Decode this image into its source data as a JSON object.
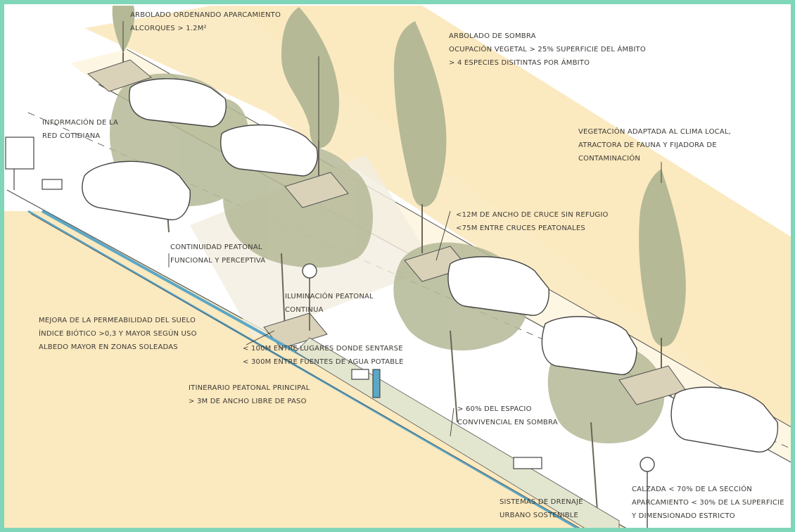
{
  "colors": {
    "border": "#7fd6b8",
    "pavement": "#fbe9bf",
    "road": "#ffffff",
    "vegetation": "#b5b996",
    "vegetation_dark": "#9fa57f",
    "drainage": "#5aa7c7",
    "ink": "#3d3a35"
  },
  "annotations": {
    "arbolado_aparcamiento": [
      "Arbolado ordenando aparcamiento",
      "Alcorques > 1.2m²"
    ],
    "arbolado_sombra": [
      "Arbolado de sombra",
      "Ocupación vegetal > 25% superficie del ámbito",
      "> 4 especies disitintas por ámbito"
    ],
    "informacion_red": [
      "Información de la",
      "Red cotidiana"
    ],
    "vegetacion_adaptada": [
      "Vegetación adaptada al clima local,",
      "atractora de fauna y fijadora de",
      "contaminación"
    ],
    "cruce": [
      "<12m de ancho de cruce sin refugio",
      "<75m entre cruces peatonales"
    ],
    "continuidad_peatonal": [
      "Continuidad peatonal",
      "funcional y perceptiva"
    ],
    "iluminacion": [
      "Iluminación peatonal",
      "continua"
    ],
    "permeabilidad": [
      "Mejora de la permeabilidad del suelo",
      "Índice Biótico >0,3 y mayor según uso",
      "albedo mayor en zonas soleadas"
    ],
    "sentarse": [
      "< 100m entre lugares donde sentarse",
      "< 300m entre fuentes de agua potable"
    ],
    "itinerario": [
      "Itinerario peatonal principal",
      "> 3m de ancho libre de paso"
    ],
    "sombra": [
      "> 60% del espacio",
      "convivencial en sombra"
    ],
    "calzada": [
      "Calzada < 70% de la sección",
      "Aparcamiento < 30% de la superficie",
      "y dimensionado estricto"
    ],
    "drenaje": [
      "Sistemas de Drenaje",
      "Urbano Sostenible"
    ]
  }
}
